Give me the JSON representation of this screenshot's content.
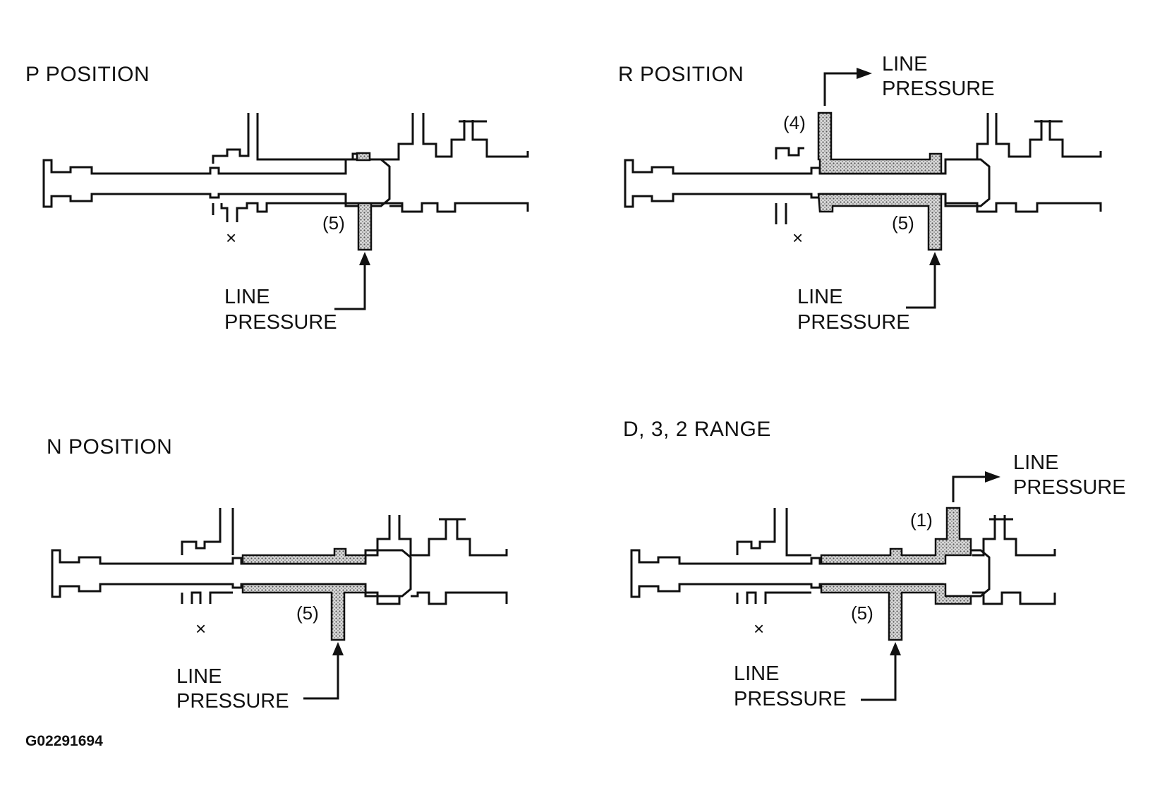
{
  "diagram_code": "G02291694",
  "panels": [
    {
      "id": "p",
      "title": "P POSITION",
      "ports": {
        "five": "(5)"
      },
      "line_pressure": [
        "LINE",
        "PRESSURE"
      ]
    },
    {
      "id": "r",
      "title": "R POSITION",
      "ports": {
        "four": "(4)",
        "five": "(5)"
      },
      "line_pressure_in": [
        "LINE",
        "PRESSURE"
      ],
      "line_pressure_out": [
        "LINE",
        "PRESSURE"
      ]
    },
    {
      "id": "n",
      "title": "N POSITION",
      "ports": {
        "five": "(5)"
      },
      "line_pressure": [
        "LINE",
        "PRESSURE"
      ]
    },
    {
      "id": "d",
      "title": "D, 3, 2 RANGE",
      "ports": {
        "one": "(1)",
        "five": "(5)"
      },
      "line_pressure_in": [
        "LINE",
        "PRESSURE"
      ],
      "line_pressure_out": [
        "LINE",
        "PRESSURE"
      ]
    }
  ],
  "symbols": {
    "exhaust": "×"
  },
  "colors": {
    "ink": "#111111",
    "background": "#ffffff",
    "pressure_stipple": "#888888"
  }
}
